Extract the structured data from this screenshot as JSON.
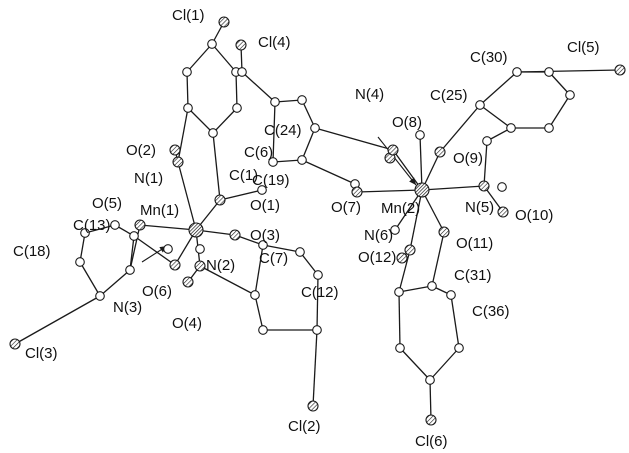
{
  "labels": [
    {
      "key": "Cl1",
      "text": "Cl(1)"
    },
    {
      "key": "Cl4",
      "text": "Cl(4)"
    },
    {
      "key": "Cl5",
      "text": "Cl(5)"
    },
    {
      "key": "C30",
      "text": "C(30)"
    },
    {
      "key": "N4",
      "text": "N(4)"
    },
    {
      "key": "C25",
      "text": "C(25)"
    },
    {
      "key": "O8",
      "text": "O(8)"
    },
    {
      "key": "O2",
      "text": "O(2)"
    },
    {
      "key": "C24",
      "text": "C(24)"
    },
    {
      "key": "C6",
      "text": "C(6)"
    },
    {
      "key": "O9",
      "text": "O(9)"
    },
    {
      "key": "N1",
      "text": "N(1)"
    },
    {
      "key": "C1",
      "text": "C(1)"
    },
    {
      "key": "C19",
      "text": "C(19)"
    },
    {
      "key": "O5",
      "text": "O(5)"
    },
    {
      "key": "Mn1",
      "text": "Mn(1)"
    },
    {
      "key": "O1",
      "text": "O(1)"
    },
    {
      "key": "O7",
      "text": "O(7)"
    },
    {
      "key": "Mn2",
      "text": "Mn(2)"
    },
    {
      "key": "N5",
      "text": "N(5)"
    },
    {
      "key": "O10",
      "text": "O(10)"
    },
    {
      "key": "C13",
      "text": "C(13)"
    },
    {
      "key": "O3",
      "text": "O(3)"
    },
    {
      "key": "N6",
      "text": "N(6)"
    },
    {
      "key": "O11",
      "text": "O(11)"
    },
    {
      "key": "C18",
      "text": "C(18)"
    },
    {
      "key": "N2",
      "text": "N(2)"
    },
    {
      "key": "C7",
      "text": "C(7)"
    },
    {
      "key": "O12",
      "text": "O(12)"
    },
    {
      "key": "C31",
      "text": "C(31)"
    },
    {
      "key": "O6",
      "text": "O(6)"
    },
    {
      "key": "C12",
      "text": "C(12)"
    },
    {
      "key": "C36",
      "text": "C(36)"
    },
    {
      "key": "N3",
      "text": "N(3)"
    },
    {
      "key": "O4",
      "text": "O(4)"
    },
    {
      "key": "Cl3",
      "text": "Cl(3)"
    },
    {
      "key": "Cl2",
      "text": "Cl(2)"
    },
    {
      "key": "Cl6",
      "text": "Cl(6)"
    }
  ]
}
